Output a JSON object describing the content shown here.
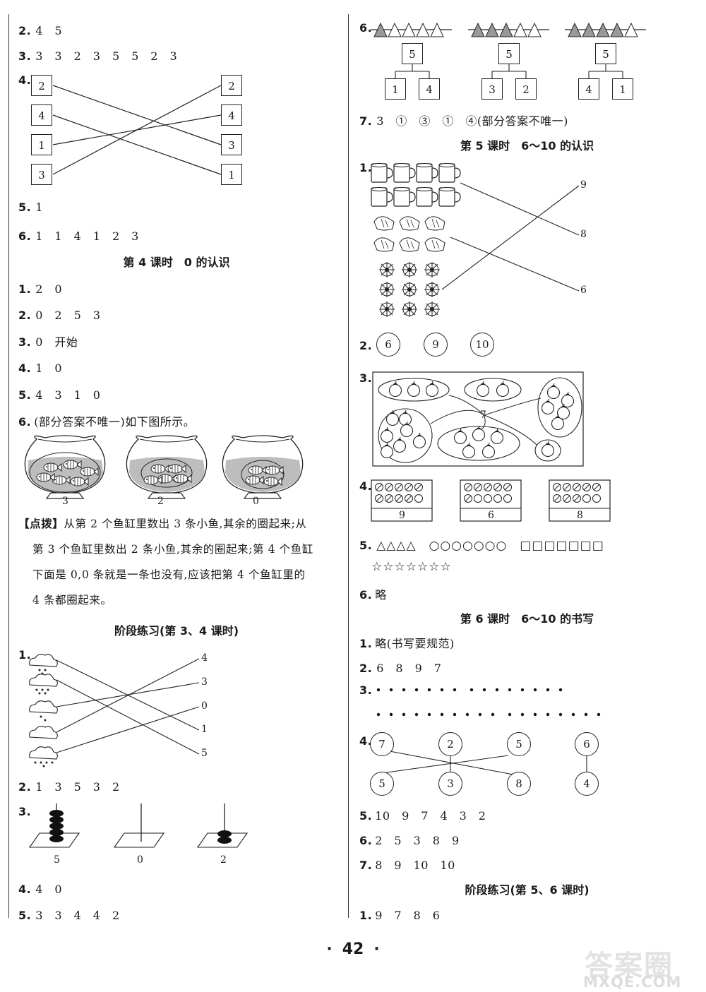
{
  "left": {
    "l2": {
      "n": "2.",
      "t": "4　5"
    },
    "l3": {
      "n": "3.",
      "t": "3　3　2　3　5　5　2　3"
    },
    "l4": {
      "n": "4.",
      "left_boxes": [
        "2",
        "4",
        "1",
        "3"
      ],
      "right_boxes": [
        "2",
        "4",
        "3",
        "1"
      ]
    },
    "l5": {
      "n": "5.",
      "t": "1"
    },
    "l6": {
      "n": "6.",
      "t": "1　1　4　1　2　3"
    },
    "h4": "第 4 课时　0 的认识",
    "s4": [
      {
        "n": "1.",
        "t": "2　0"
      },
      {
        "n": "2.",
        "t": "0　2　5　3"
      },
      {
        "n": "3.",
        "t": "0　开始"
      },
      {
        "n": "4.",
        "t": "1　0"
      },
      {
        "n": "5.",
        "t": "4　3　1　0"
      },
      {
        "n": "6.",
        "t": "(部分答案不唯一)如下图所示。"
      }
    ],
    "bowl_labels": [
      "3",
      "2",
      "0"
    ],
    "tip_label": "【点拨】",
    "tip_lines": [
      "从第 2 个鱼缸里数出 3 条小鱼,其余的圈起来;从",
      "第 3 个鱼缸里数出 2 条小鱼,其余的圈起来;第 4 个鱼缸",
      "下面是 0,0 条就是一条也没有,应该把第 4 个鱼缸里的",
      "4 条都圈起来。"
    ],
    "hstage": "阶段练习(第 3、4 课时)",
    "st1": {
      "n": "1.",
      "right_nums": [
        "4",
        "3",
        "0",
        "1",
        "5"
      ]
    },
    "st2": {
      "n": "2.",
      "t": "1　3　5　3　2"
    },
    "st3": {
      "n": "3.",
      "labels": [
        "5",
        "0",
        "2"
      ]
    },
    "st4": {
      "n": "4.",
      "t": "4　0"
    },
    "st5": {
      "n": "5.",
      "t": "3　3　4　4　2"
    }
  },
  "right": {
    "r6": {
      "n": "6.",
      "tops": [
        "5",
        "5",
        "5"
      ],
      "bottoms": [
        [
          "1",
          "4"
        ],
        [
          "3",
          "2"
        ],
        [
          "4",
          "1"
        ]
      ]
    },
    "r7": {
      "n": "7.",
      "t": "3　①　③　①　④(部分答案不唯一)"
    },
    "h5": "第 5 课时　6～10 的认识",
    "s5_1": {
      "n": "1.",
      "nums": [
        "9",
        "8",
        "6"
      ]
    },
    "s5_2": {
      "n": "2.",
      "circles": [
        "6",
        "9",
        "10"
      ]
    },
    "s5_3": {
      "n": "3.",
      "center": "7"
    },
    "s5_4": {
      "n": "4.",
      "labels": [
        "9",
        "6",
        "8"
      ]
    },
    "s5_5": {
      "n": "5.",
      "t1": "△△△△　○○○○○○○　□□□□□□□",
      "t2": "☆☆☆☆☆☆☆"
    },
    "s5_6": {
      "n": "6.",
      "t": "略"
    },
    "h6": "第 6 课时　6～10 的书写",
    "s6_1": {
      "n": "1.",
      "t": "略(书写要规范)"
    },
    "s6_2": {
      "n": "2.",
      "t": "6　8　9　7"
    },
    "s6_3": {
      "n": "3."
    },
    "s6_4": {
      "n": "4.",
      "top": [
        "7",
        "2",
        "5",
        "6"
      ],
      "bottom": [
        "5",
        "3",
        "8",
        "4"
      ]
    },
    "s6_5": {
      "n": "5.",
      "t": "10　9　7　4　3　2"
    },
    "s6_6": {
      "n": "6.",
      "t": "2　5　3　8　9"
    },
    "s6_7": {
      "n": "7.",
      "t": "8　9　10　10"
    },
    "hstage2": "阶段练习(第 5、6 课时)",
    "st1": {
      "n": "1.",
      "t": "9　7　8　6"
    }
  },
  "page_number": "42",
  "page_dots": [
    "·",
    "·"
  ],
  "watermark": {
    "line1": "答案圈",
    "line2": "MXQE.COM"
  }
}
